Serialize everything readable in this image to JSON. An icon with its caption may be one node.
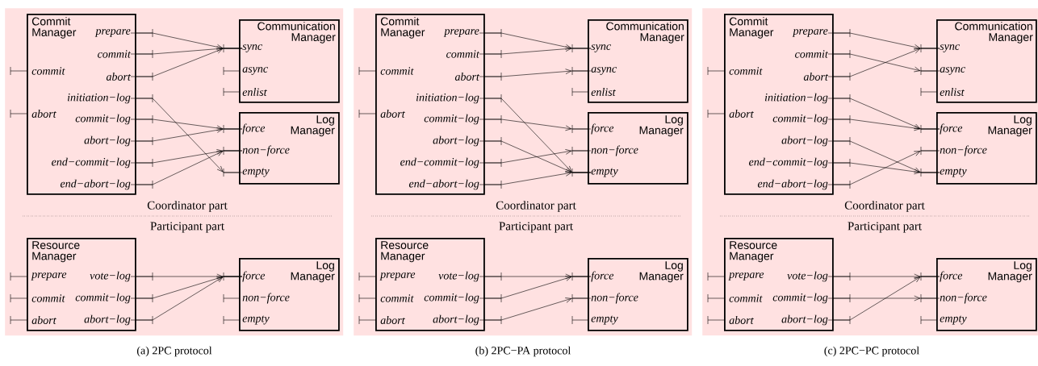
{
  "diagram": {
    "nodes": [
      {
        "text": [
          "Coordinator part",
          "Participant part"
        ],
        "beside": [
          "(a) 2PC protocol"
        ]
      },
      {
        "text": [
          "Commit Manager"
        ],
        "in": 0
      },
      {
        "text": [
          "prepare"
        ],
        "in": 1
      },
      {
        "text": [
          "commit"
        ],
        "in": 1
      },
      {
        "text": [
          "commit"
        ],
        "in": 1
      },
      {
        "text": [
          "abort"
        ],
        "in": 1
      },
      {
        "text": [
          "initiation−log"
        ],
        "in": 1
      },
      {
        "text": [
          "abort"
        ],
        "in": 1
      },
      {
        "text": [
          "commit−log"
        ],
        "in": 1
      },
      {
        "text": [
          "abort−log"
        ],
        "in": 1
      },
      {
        "text": [
          "end−commit−log"
        ],
        "in": 1
      },
      {
        "text": [
          "end−abort−log"
        ],
        "in": 1
      },
      {
        "text": [
          "Communication Manager"
        ],
        "in": 0
      },
      {
        "text": [
          "sync"
        ],
        "in": 12
      },
      {
        "text": [
          "async"
        ],
        "in": 12
      },
      {
        "text": [
          "enlist"
        ],
        "in": 12
      },
      {
        "text": [
          "Log Manager"
        ],
        "in": 0
      },
      {
        "text": [
          "force"
        ],
        "in": 16
      },
      {
        "text": [
          "non−force"
        ],
        "in": 16
      },
      {
        "text": [
          "empty"
        ],
        "in": 16
      },
      {
        "text": [
          "Resource Manager"
        ],
        "in": 0
      },
      {
        "text": [
          "prepare"
        ],
        "in": 20
      },
      {
        "text": [
          "vote−log"
        ],
        "in": 20
      },
      {
        "text": [
          "commit"
        ],
        "in": 20
      },
      {
        "text": [
          "commit−log"
        ],
        "in": 20
      },
      {
        "text": [
          "abort"
        ],
        "in": 20
      },
      {
        "text": [
          "abort−log"
        ],
        "in": 20
      },
      {
        "text": [
          "Log Manager"
        ],
        "in": 0
      },
      {
        "text": [
          "force"
        ],
        "in": 27
      },
      {
        "text": [
          "non−force"
        ],
        "in": 27
      },
      {
        "text": [
          "empty"
        ],
        "in": 27
      },
      {
        "text": [
          "Coordinator part",
          "Participant part"
        ],
        "beside": [
          "(b) 2PC−PA protocol"
        ]
      },
      {
        "text": [
          "Commit Manager"
        ],
        "in": 31
      },
      {
        "text": [
          "prepare"
        ],
        "in": 32
      },
      {
        "text": [
          "commit"
        ],
        "in": 32
      },
      {
        "text": [
          "commit"
        ],
        "in": 32
      },
      {
        "text": [
          "abort"
        ],
        "in": 32
      },
      {
        "text": [
          "initiation−log"
        ],
        "in": 32
      },
      {
        "text": [
          "abort"
        ],
        "in": 32
      },
      {
        "text": [
          "commit−log"
        ],
        "in": 32
      },
      {
        "text": [
          "abort−log"
        ],
        "in": 32
      },
      {
        "text": [
          "end−commit−log"
        ],
        "in": 32
      },
      {
        "text": [
          "end−abort−log"
        ],
        "in": 32
      },
      {
        "text": [
          "Communication Manager"
        ],
        "in": 31
      },
      {
        "text": [
          "sync"
        ],
        "in": 43
      },
      {
        "text": [
          "async"
        ],
        "in": 43
      },
      {
        "text": [
          "enlist"
        ],
        "in": 43
      },
      {
        "text": [
          "Log Manager"
        ],
        "in": 31
      },
      {
        "text": [
          "force"
        ],
        "in": 47
      },
      {
        "text": [
          "non−force"
        ],
        "in": 47
      },
      {
        "text": [
          "empty"
        ],
        "in": 47
      },
      {
        "text": [
          "Resource Manager"
        ],
        "in": 31
      },
      {
        "text": [
          "prepare"
        ],
        "in": 51
      },
      {
        "text": [
          "vote−log"
        ],
        "in": 51
      },
      {
        "text": [
          "commit"
        ],
        "in": 51
      },
      {
        "text": [
          "commit−log"
        ],
        "in": 51
      },
      {
        "text": [
          "abort"
        ],
        "in": 51
      },
      {
        "text": [
          "abort−log"
        ],
        "in": 51
      },
      {
        "text": [
          "Log Manager"
        ],
        "in": 31
      },
      {
        "text": [
          "force"
        ],
        "in": 58
      },
      {
        "text": [
          "non−force"
        ],
        "in": 58
      },
      {
        "text": [
          "empty"
        ],
        "in": 58
      },
      {
        "text": [
          "Coordinator part",
          "Participant part"
        ],
        "beside": [
          "(c) 2PC−PC protocol"
        ]
      },
      {
        "text": [
          "Commit Manager"
        ],
        "in": 62
      },
      {
        "text": [
          "prepare"
        ],
        "in": 63
      },
      {
        "text": [
          "commit"
        ],
        "in": 63
      },
      {
        "text": [
          "commit"
        ],
        "in": 63
      },
      {
        "text": [
          "abort"
        ],
        "in": 63
      },
      {
        "text": [
          "initiation−log"
        ],
        "in": 63
      },
      {
        "text": [
          "abort"
        ],
        "in": 63
      },
      {
        "text": [
          "commit−log"
        ],
        "in": 63
      },
      {
        "text": [
          "abort−log"
        ],
        "in": 63
      },
      {
        "text": [
          "end−commit−log"
        ],
        "in": 63
      },
      {
        "text": [
          "end−abort−log"
        ],
        "in": 63
      },
      {
        "text": [
          "Communication Manager"
        ],
        "in": 62
      },
      {
        "text": [
          "sync"
        ],
        "in": 74
      },
      {
        "text": [
          "async"
        ],
        "in": 74
      },
      {
        "text": [
          "enlist"
        ],
        "in": 74
      },
      {
        "text": [
          "Log Manager"
        ],
        "in": 62
      },
      {
        "text": [
          "force"
        ],
        "in": 78
      },
      {
        "text": [
          "non−force"
        ],
        "in": 78
      },
      {
        "text": [
          "empty"
        ],
        "in": 78
      },
      {
        "text": [
          "Resource Manager"
        ],
        "in": 62
      },
      {
        "text": [
          "prepare"
        ],
        "in": 82
      },
      {
        "text": [
          "vote−log"
        ],
        "in": 82
      },
      {
        "text": [
          "commit"
        ],
        "in": 82
      },
      {
        "text": [
          "commit−log"
        ],
        "in": 82
      },
      {
        "text": [
          "abort"
        ],
        "in": 82
      },
      {
        "text": [
          "abort−log"
        ],
        "in": 82
      },
      {
        "text": [
          "Log Manager"
        ],
        "in": 62
      },
      {
        "text": [
          "force"
        ],
        "in": 89
      },
      {
        "text": [
          "non−force"
        ],
        "in": 89
      },
      {
        "text": [
          "empty"
        ],
        "in": 89
      }
    ],
    "edges": [
      {
        "from": 2,
        "to": 13,
        "arrow": "to"
      },
      {
        "from": 3,
        "to": 13,
        "arrow": "to"
      },
      {
        "from": 5,
        "to": 13,
        "arrow": "to"
      },
      {
        "from": 6,
        "to": 19,
        "arrow": "to"
      },
      {
        "from": 8,
        "to": 17,
        "arrow": "to"
      },
      {
        "from": 9,
        "to": 17,
        "arrow": "to"
      },
      {
        "from": 10,
        "to": 18,
        "arrow": "to"
      },
      {
        "from": 11,
        "to": 18,
        "arrow": "to"
      },
      {
        "from": 22,
        "to": 28,
        "arrow": "to"
      },
      {
        "from": 24,
        "to": 28,
        "arrow": "to"
      },
      {
        "from": 26,
        "to": 28,
        "arrow": "to"
      },
      {
        "from": 33,
        "to": 44,
        "arrow": "to"
      },
      {
        "from": 34,
        "to": 44,
        "arrow": "to"
      },
      {
        "from": 36,
        "to": 45,
        "arrow": "to"
      },
      {
        "from": 37,
        "to": 50,
        "arrow": "to"
      },
      {
        "from": 39,
        "to": 48,
        "arrow": "to"
      },
      {
        "from": 40,
        "to": 50,
        "arrow": "to"
      },
      {
        "from": 41,
        "to": 49,
        "arrow": "to"
      },
      {
        "from": 42,
        "to": 50,
        "arrow": "to"
      },
      {
        "from": 53,
        "to": 59,
        "arrow": "to"
      },
      {
        "from": 55,
        "to": 59,
        "arrow": "to"
      },
      {
        "from": 57,
        "to": 60,
        "arrow": "to"
      },
      {
        "from": 64,
        "to": 75,
        "arrow": "to"
      },
      {
        "from": 65,
        "to": 76,
        "arrow": "to"
      },
      {
        "from": 67,
        "to": 75,
        "arrow": "to"
      },
      {
        "from": 68,
        "to": 79,
        "arrow": "to"
      },
      {
        "from": 70,
        "to": 79,
        "arrow": "to"
      },
      {
        "from": 71,
        "to": 81,
        "arrow": "to"
      },
      {
        "from": 72,
        "to": 81,
        "arrow": "to"
      },
      {
        "from": 73,
        "to": 80,
        "arrow": "to"
      },
      {
        "from": 84,
        "to": 90,
        "arrow": "to"
      },
      {
        "from": 86,
        "to": 91,
        "arrow": "to"
      },
      {
        "from": 88,
        "to": 90,
        "arrow": "to"
      }
    ]
  }
}
